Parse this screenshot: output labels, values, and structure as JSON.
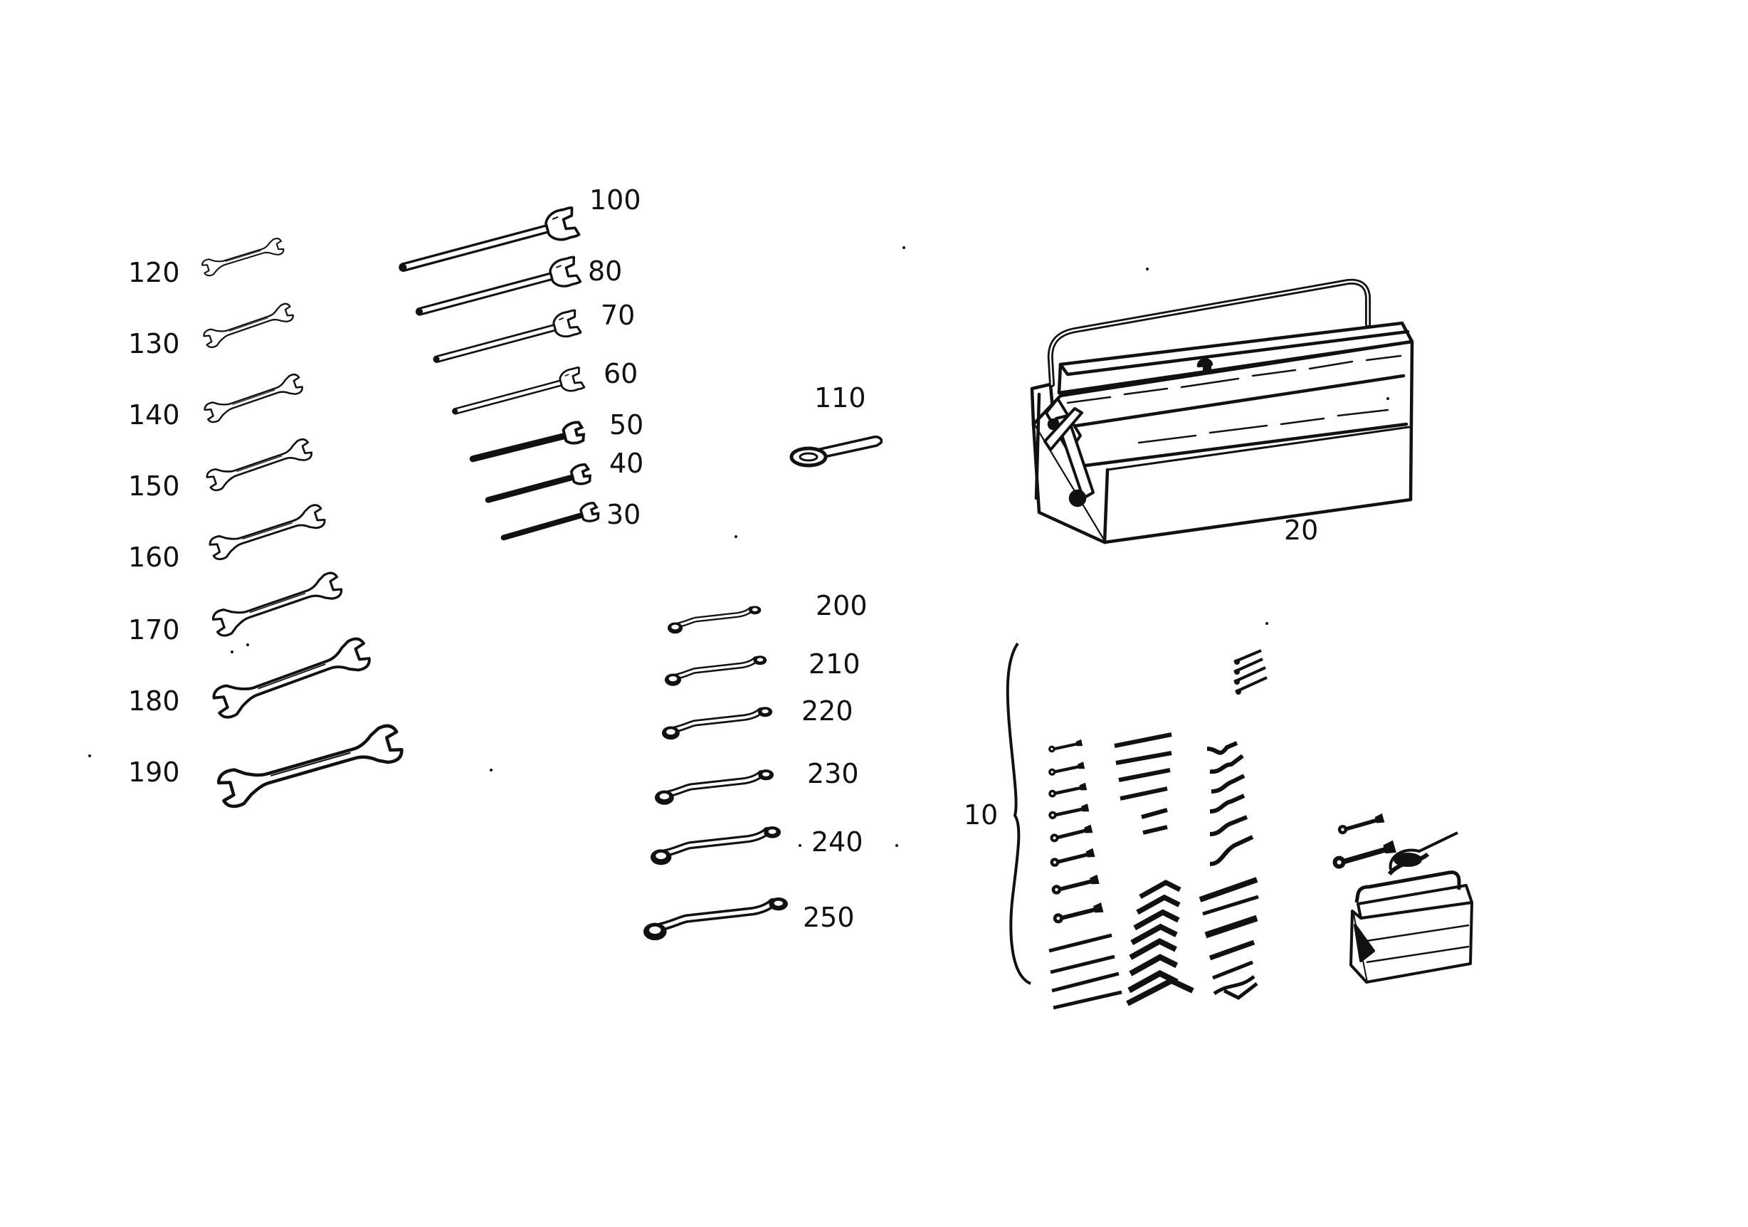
{
  "diagram": {
    "kind": "exploded parts diagram",
    "ink_color": "#111111",
    "background_color": "#ffffff",
    "callouts": {
      "c10": "10",
      "c20": "20",
      "c30": "30",
      "c40": "40",
      "c50": "50",
      "c60": "60",
      "c70": "70",
      "c80": "80",
      "c100": "100",
      "c110": "110",
      "c120": "120",
      "c130": "130",
      "c140": "140",
      "c150": "150",
      "c160": "160",
      "c170": "170",
      "c180": "180",
      "c190": "190",
      "c200": "200",
      "c210": "210",
      "c220": "220",
      "c230": "230",
      "c240": "240",
      "c250": "250"
    },
    "parts": [
      {
        "callout": "10",
        "icon": "tool-kit-assortment-icon"
      },
      {
        "callout": "20",
        "icon": "cantilever-toolbox-icon"
      },
      {
        "callout": "30",
        "icon": "open-end-wrench-icon"
      },
      {
        "callout": "40",
        "icon": "open-end-wrench-icon"
      },
      {
        "callout": "50",
        "icon": "open-end-wrench-icon"
      },
      {
        "callout": "60",
        "icon": "open-end-wrench-icon"
      },
      {
        "callout": "70",
        "icon": "open-end-wrench-icon"
      },
      {
        "callout": "80",
        "icon": "open-end-wrench-icon"
      },
      {
        "callout": "100",
        "icon": "open-end-wrench-icon"
      },
      {
        "callout": "110",
        "icon": "ring-wrench-icon"
      },
      {
        "callout": "120",
        "icon": "double-open-end-wrench-icon"
      },
      {
        "callout": "130",
        "icon": "double-open-end-wrench-icon"
      },
      {
        "callout": "140",
        "icon": "double-open-end-wrench-icon"
      },
      {
        "callout": "150",
        "icon": "double-open-end-wrench-icon"
      },
      {
        "callout": "160",
        "icon": "double-open-end-wrench-icon"
      },
      {
        "callout": "170",
        "icon": "double-open-end-wrench-icon"
      },
      {
        "callout": "180",
        "icon": "double-open-end-wrench-icon"
      },
      {
        "callout": "190",
        "icon": "double-open-end-wrench-icon"
      },
      {
        "callout": "200",
        "icon": "offset-ring-wrench-icon"
      },
      {
        "callout": "210",
        "icon": "offset-ring-wrench-icon"
      },
      {
        "callout": "220",
        "icon": "offset-ring-wrench-icon"
      },
      {
        "callout": "230",
        "icon": "offset-ring-wrench-icon"
      },
      {
        "callout": "240",
        "icon": "offset-ring-wrench-icon"
      },
      {
        "callout": "250",
        "icon": "offset-ring-wrench-icon"
      }
    ]
  }
}
